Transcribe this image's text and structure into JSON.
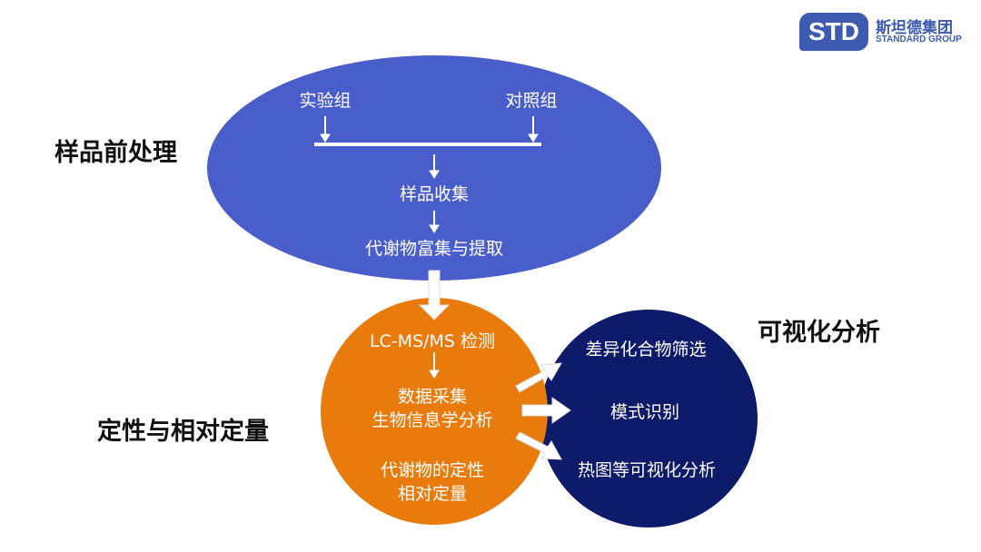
{
  "logo": {
    "mark": "STD",
    "name_cn": "斯坦德集团",
    "name_en": "STANDARD GROUP",
    "color": "#3d5bb0"
  },
  "colors": {
    "pretreatment": "#4a5ecb",
    "analysis": "#e97b0c",
    "visualization": "#0e1a6a"
  },
  "sections": {
    "pretreatment": {
      "label": "样品前处理",
      "groups": [
        "实验组",
        "对照组"
      ],
      "steps": [
        "样品收集",
        "代谢物富集与提取"
      ]
    },
    "quant": {
      "label": "定性与相对定量",
      "steps": [
        "LC-MS/MS 检测",
        "数据采集",
        "生物信息学分析",
        "代谢物的定性",
        "相对定量"
      ]
    },
    "visual": {
      "label": "可视化分析",
      "items": [
        "差异化合物筛选",
        "模式识别",
        "热图等可视化分析"
      ]
    }
  }
}
